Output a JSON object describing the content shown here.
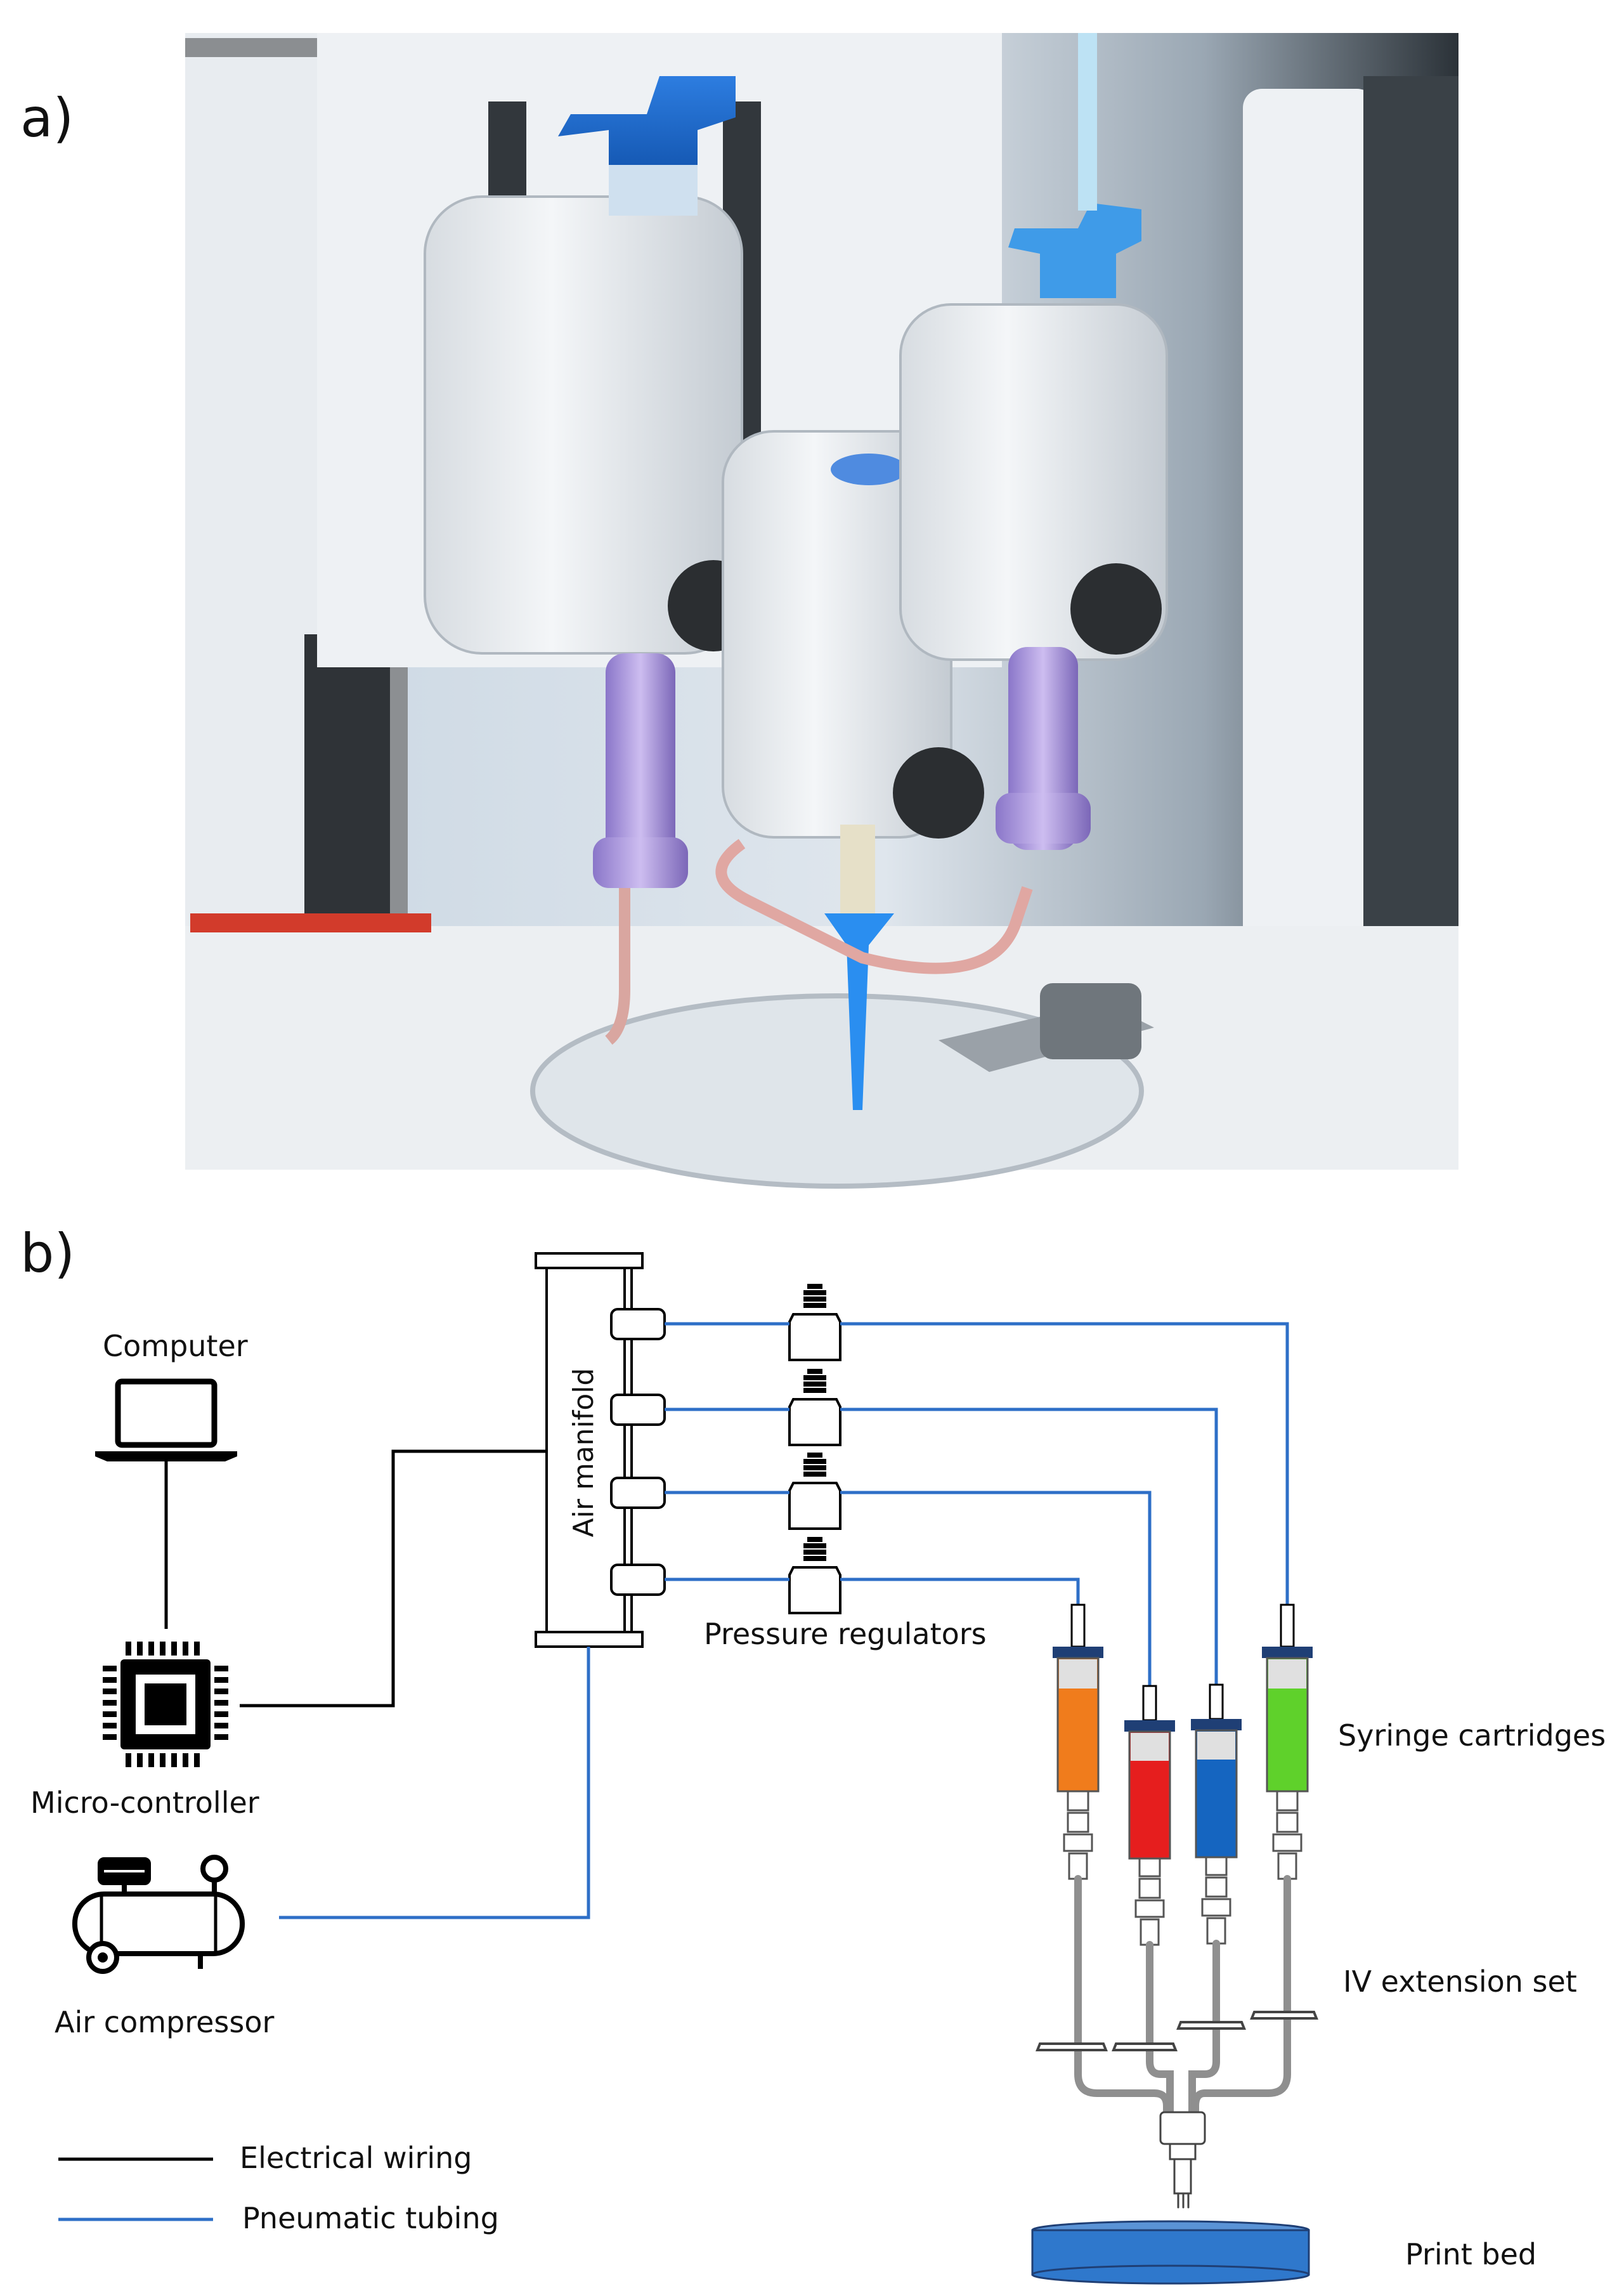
{
  "panel_a": {
    "label": "a)"
  },
  "panel_b": {
    "label": "b)",
    "labels": {
      "computer": "Computer",
      "micro_controller": "Micro-controller",
      "air_compressor": "Air compressor",
      "air_manifold": "Air manifold",
      "pressure_regulators": "Pressure regulators",
      "syringe_cartridges": "Syringe cartridges",
      "iv_extension_set": "IV extension set",
      "print_bed": "Print bed"
    },
    "legend": {
      "electrical": "Electrical wiring",
      "pneumatic": "Pneumatic tubing"
    },
    "colors": {
      "electrical": "#000000",
      "pneumatic": "#2e6fc7",
      "syringe_1": "#f07c1c",
      "syringe_2": "#e61e1e",
      "syringe_3": "#1565c0",
      "syringe_4": "#5fd12b",
      "print_bed": "#2f78cc"
    }
  }
}
